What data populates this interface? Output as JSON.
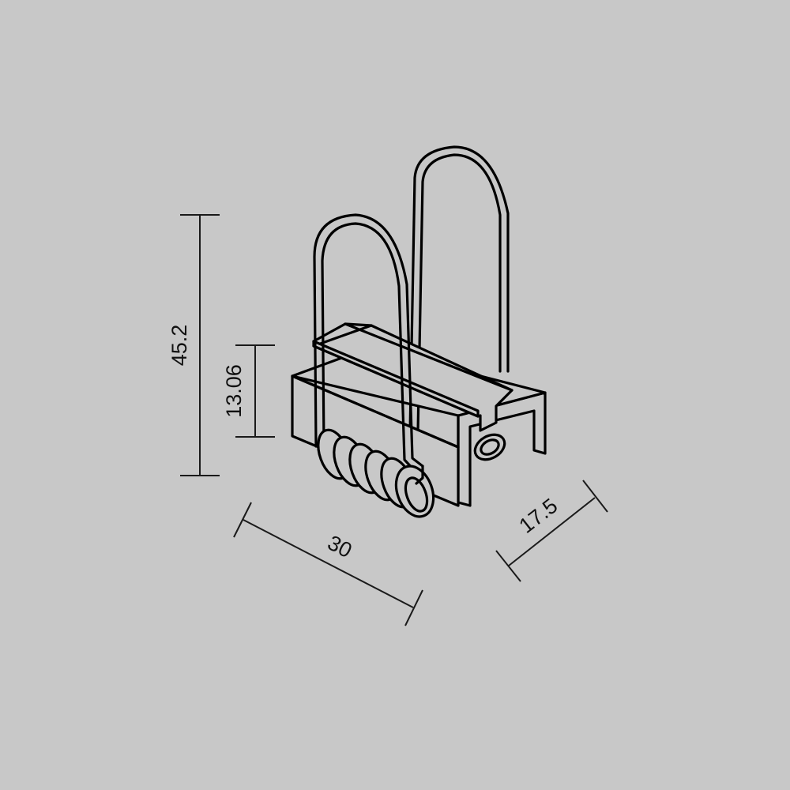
{
  "drawing": {
    "background": "#c8c8c8",
    "line_color": "#000000",
    "subject": "spring-clip-mount"
  },
  "dimensions": {
    "total_height": "45.2",
    "body_height": "13.06",
    "length": "30",
    "width": "17.5"
  }
}
